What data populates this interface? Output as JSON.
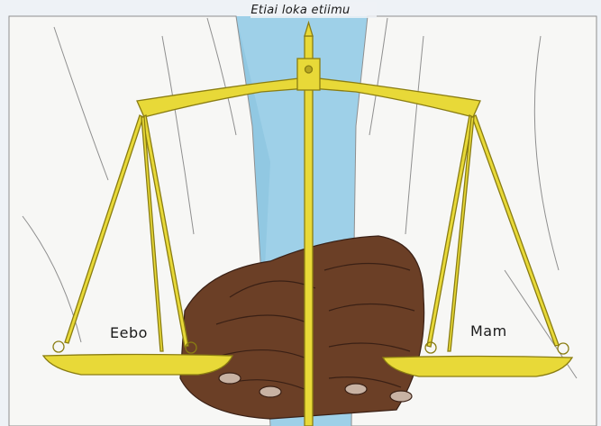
{
  "caption": "Etiai loka etiimu",
  "pans": {
    "left_label": "Eebo",
    "right_label": "Mam"
  },
  "colors": {
    "brass": "#e8d938",
    "brass_dark": "#8a7d12",
    "coat": "#f1f1ef",
    "shirt": "#9ed0e8",
    "skin": "#6b3f26",
    "background": "#eef2f6"
  }
}
